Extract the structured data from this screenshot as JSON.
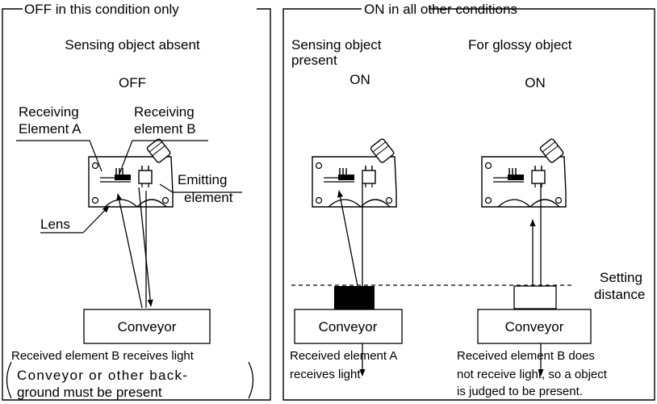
{
  "left_panel": {
    "header": "OFF in this condition only",
    "title": "Sensing object absent",
    "state": "OFF",
    "label_receiving_a_1": "Receiving",
    "label_receiving_a_2": "Element A",
    "label_receiving_b_1": "Receiving",
    "label_receiving_b_2": "element B",
    "label_emitting_1": "Emitting",
    "label_emitting_2": "element",
    "label_lens": "Lens",
    "conveyor": "Conveyor",
    "caption_1": "Received element B receives light",
    "caption_2": "Conveyor or other back-",
    "caption_3": "ground must be present"
  },
  "right_panel": {
    "header": "ON in all other conditions",
    "case1_title_1": "Sensing object",
    "case1_title_2": "present",
    "case1_state": "ON",
    "case2_title": "For glossy object",
    "case2_state": "ON",
    "setting_1": "Setting",
    "setting_2": "distance",
    "conveyor1": "Conveyor",
    "conveyor2": "Conveyor",
    "caption1_1": "Received element A",
    "caption1_2": "receives light",
    "caption2_1": "Received element B does",
    "caption2_2": "not receive light, so a object",
    "caption2_3": "is judged to be present."
  }
}
